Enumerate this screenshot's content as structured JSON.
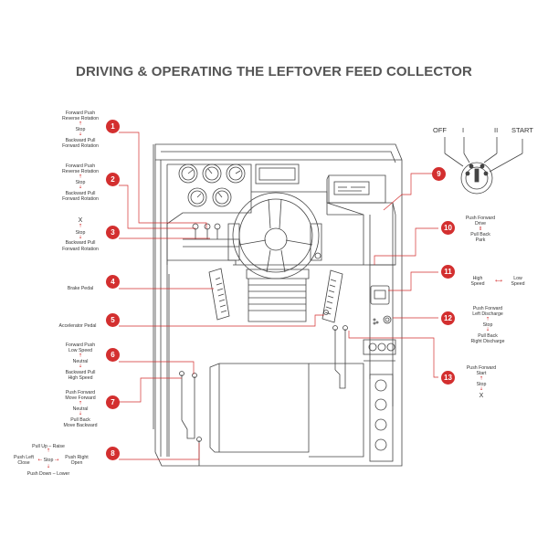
{
  "title": "DRIVING & OPERATING THE LEFTOVER FEED COLLECTOR",
  "accent_color": "#d32f2f",
  "badges": [
    "1",
    "2",
    "3",
    "4",
    "5",
    "6",
    "7",
    "8",
    "9",
    "10",
    "11",
    "12",
    "13"
  ],
  "switch_positions": {
    "off": "OFF",
    "one": "I",
    "two": "II",
    "start": "START"
  },
  "controls": {
    "c1": {
      "l1": "Forward Push",
      "l2": "Reverse Rotation",
      "mid": "Stop",
      "l4": "Backward Pull",
      "l5": "Forward Rotation"
    },
    "c2": {
      "l1": "Forward Push",
      "l2": "Reverse Rotation",
      "mid": "Stop",
      "l4": "Backward Pull",
      "l5": "Forward Rotation"
    },
    "c3": {
      "top": "X",
      "mid": "Stop",
      "l4": "Backward Pull",
      "l5": "Forward Rotation"
    },
    "c4": {
      "label": "Brake Pedal"
    },
    "c5": {
      "label": "Accelerator Pedal"
    },
    "c6": {
      "l1": "Forward Push",
      "l2": "Low Speed",
      "mid": "Neutral",
      "l4": "Backward Pull",
      "l5": "High Speed"
    },
    "c7": {
      "l1": "Push Forward",
      "l2": "Move Forward",
      "mid": "Neutral",
      "l4": "Pull Back",
      "l5": "Move Backward"
    },
    "c8": {
      "up": "Pull Up – Raise",
      "left1": "Push Left",
      "left2": "Close",
      "mid": "Stop",
      "right1": "Push Right",
      "right2": "Open",
      "down": "Push Down – Lower"
    },
    "c10": {
      "l1": "Push Forward",
      "l2": "Drive",
      "l3": "Pull Back",
      "l4": "Park"
    },
    "c11": {
      "left1": "High",
      "left2": "Speed",
      "right1": "Low",
      "right2": "Speed"
    },
    "c12": {
      "l1": "Push Forward",
      "l2": "Left Discharge",
      "mid": "Stop",
      "l4": "Pull Back",
      "l5": "Right Discharge"
    },
    "c13": {
      "l1": "Push Forward",
      "l2": "Start",
      "mid": "Stop",
      "bottom": "X"
    }
  }
}
